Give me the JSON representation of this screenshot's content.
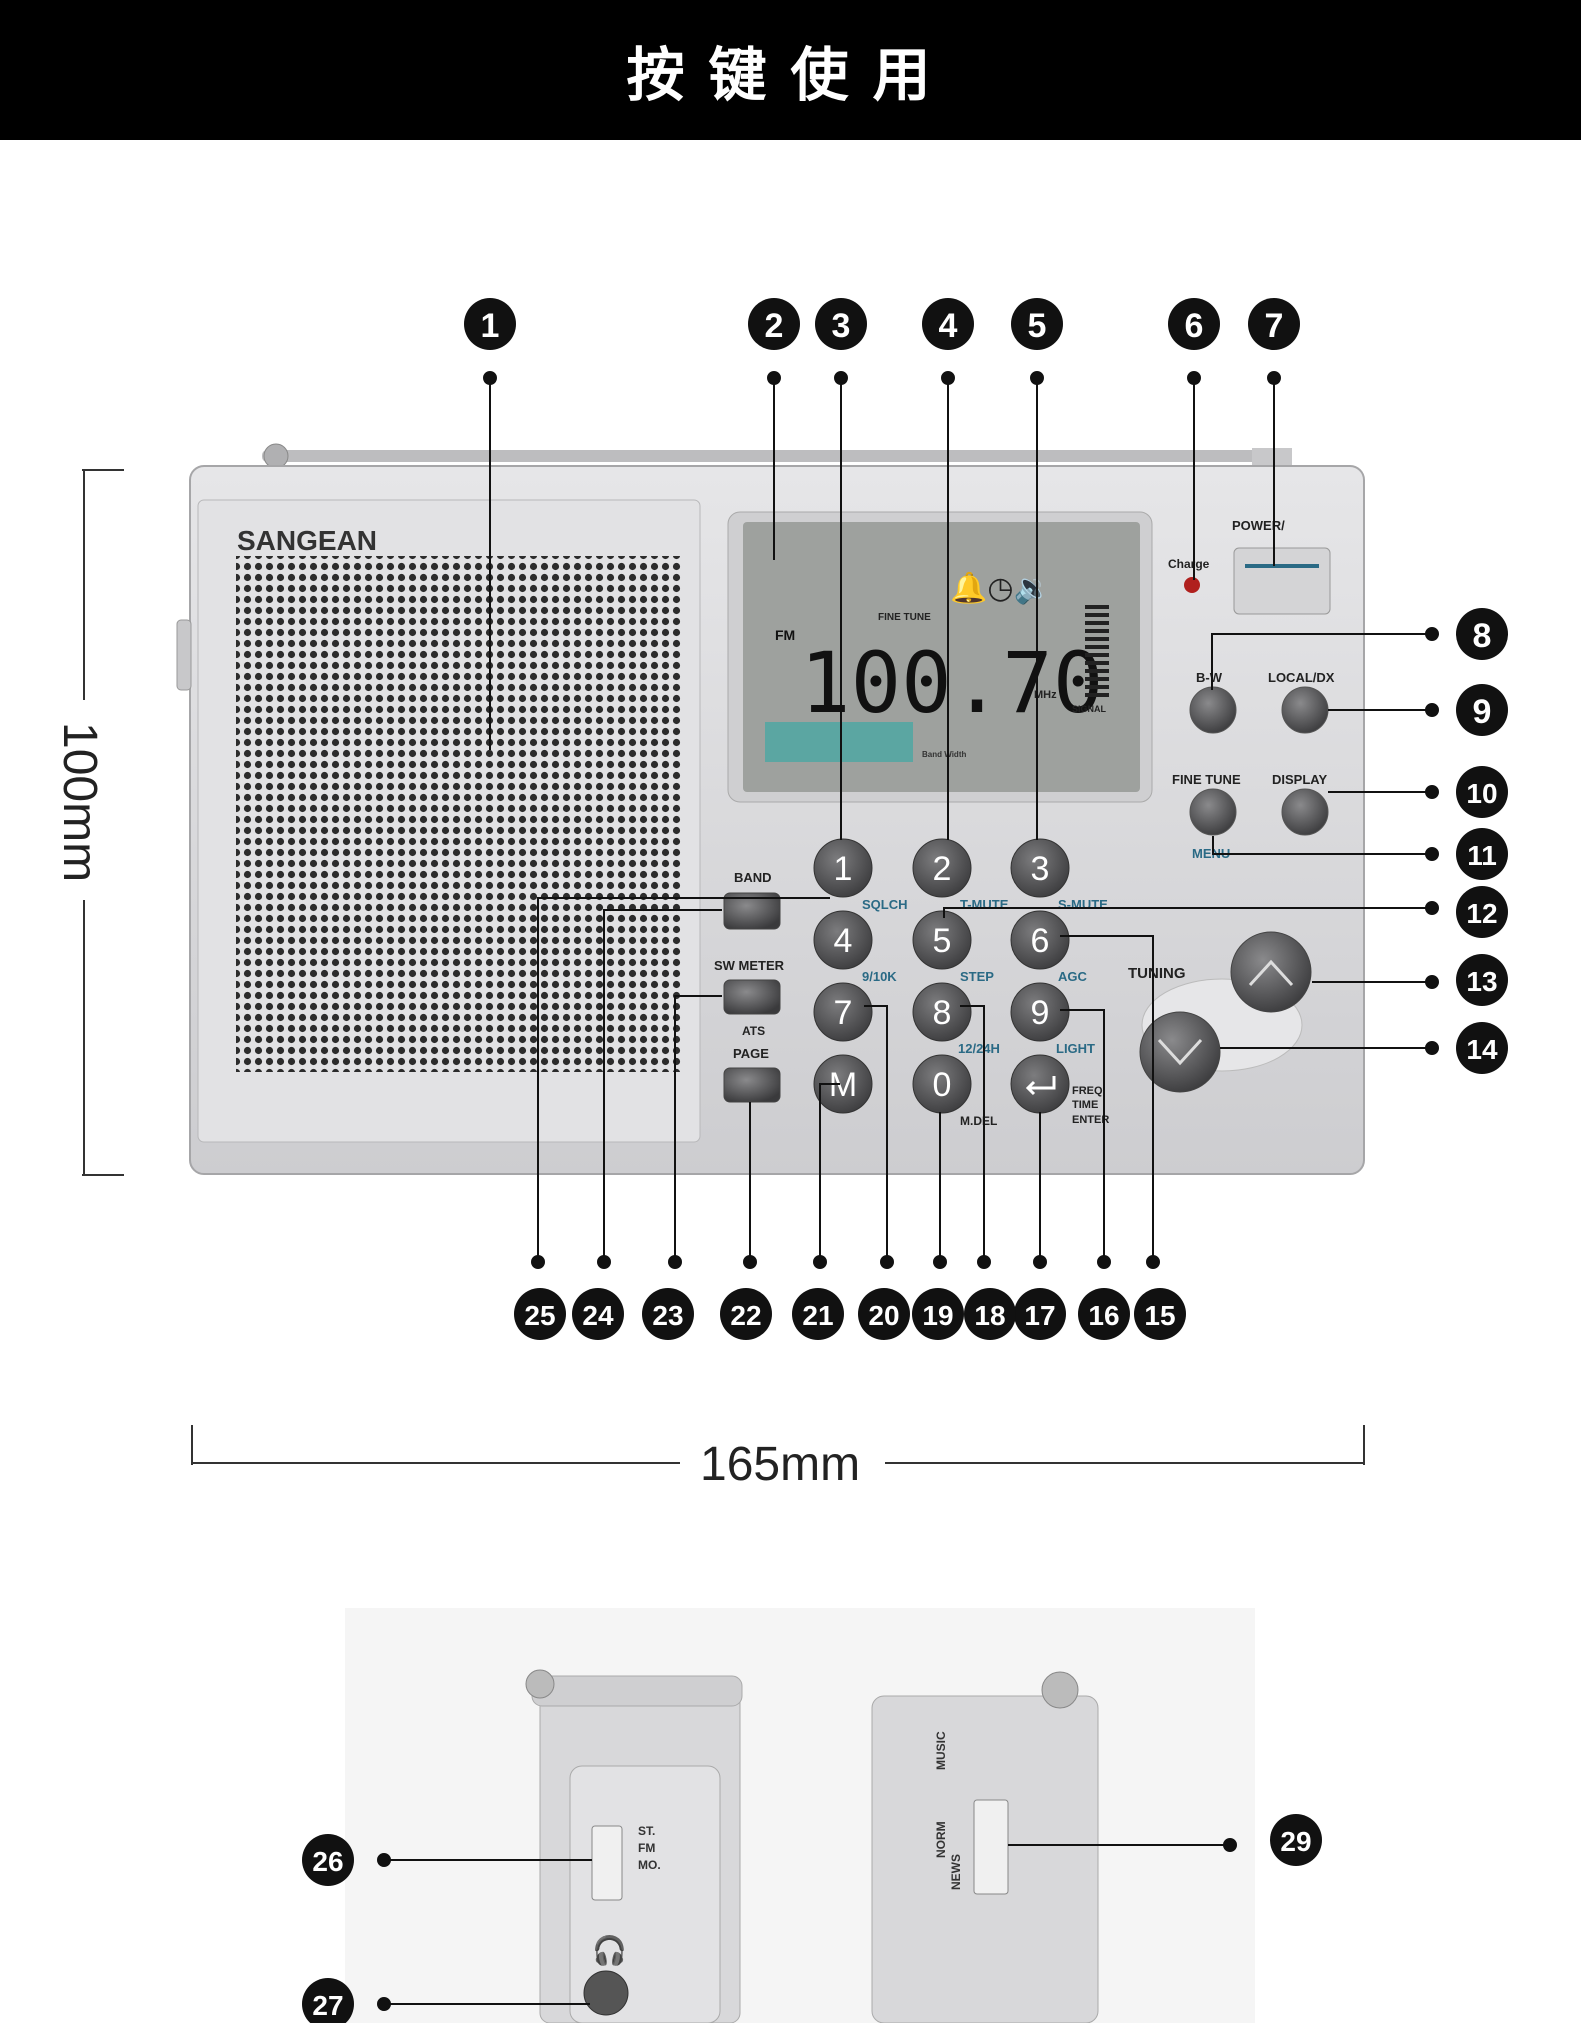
{
  "header": {
    "title": "按键使用"
  },
  "dimensions": {
    "height": "100mm",
    "width": "165mm"
  },
  "radio": {
    "brand": "SANGEAN",
    "display": {
      "frequency": "100.70",
      "band": "FM",
      "unit": "MHz",
      "signal_label": "SIGNAL",
      "fine_tune": "FINE TUNE",
      "band_width": "Band Width"
    },
    "labels": {
      "power": "POWER/",
      "charge": "Charge",
      "bw": "B-W",
      "local_dx": "LOCAL/DX",
      "fine_tune": "FINE TUNE",
      "display": "DISPLAY",
      "menu": "MENU",
      "tuning": "TUNING",
      "band": "BAND",
      "sw_meter": "SW METER",
      "ats": "ATS",
      "page": "PAGE",
      "sqlch": "SQLCH",
      "t_mute": "T-MUTE",
      "s_mute": "S-MUTE",
      "k9_10": "9/10K",
      "step": "STEP",
      "agc": "AGC",
      "h12_24": "12/24H",
      "light": "LIGHT",
      "mdel": "M.DEL",
      "freq": "FREQ",
      "time": "TIME",
      "enter": "ENTER"
    },
    "keys": [
      "1",
      "2",
      "3",
      "4",
      "5",
      "6",
      "7",
      "8",
      "9",
      "M",
      "0"
    ]
  },
  "side": {
    "st": "ST.",
    "fm": "FM",
    "mo": "MO.",
    "norm": "NORM",
    "news": "NEWS",
    "music": "MUSIC"
  },
  "callouts": [
    "1",
    "2",
    "3",
    "4",
    "5",
    "6",
    "7",
    "8",
    "9",
    "10",
    "11",
    "12",
    "13",
    "14",
    "15",
    "16",
    "17",
    "18",
    "19",
    "20",
    "21",
    "22",
    "23",
    "24",
    "25",
    "26",
    "27",
    "29"
  ]
}
